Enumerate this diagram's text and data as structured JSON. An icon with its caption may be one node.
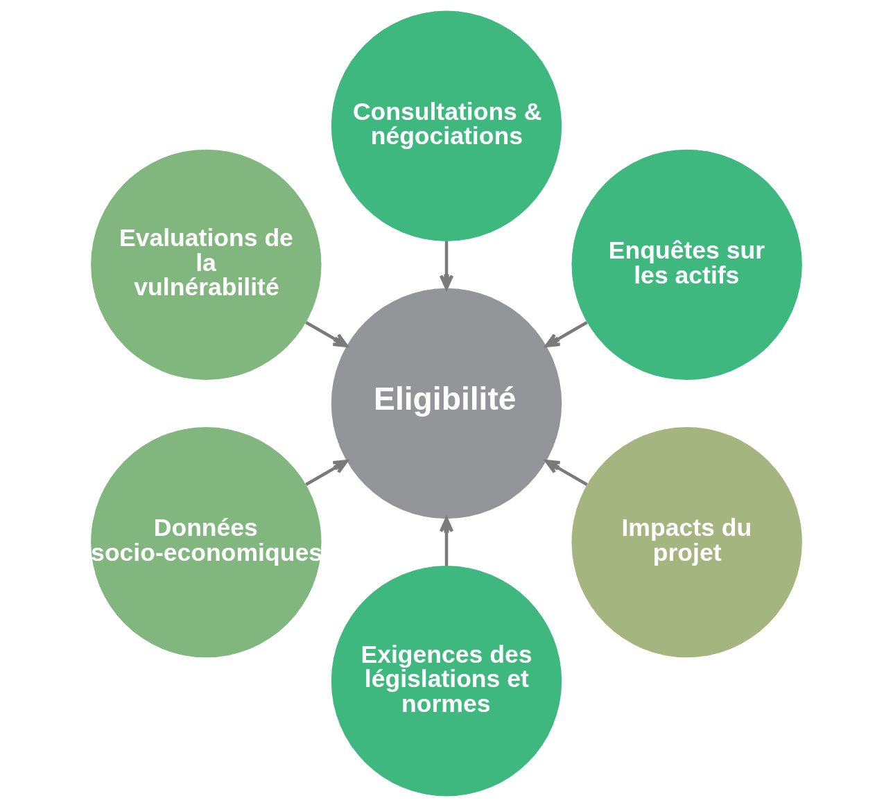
{
  "diagram": {
    "nodes": [
      {
        "text": [
          "Enquêtes sur les actifs"
        ]
      },
      {
        "text": [
          "Consultations & négociations"
        ]
      },
      {
        "text": [
          "Evaluations de la vulnérabilité"
        ]
      },
      {
        "text": [
          "Eligibilité"
        ]
      },
      {
        "text": [
          "Données socio-economiques"
        ]
      },
      {
        "text": [
          "Exigences des législations et normes"
        ]
      },
      {
        "text": [
          "Impacts du projet"
        ]
      }
    ],
    "edges": [
      {
        "from": 0,
        "to": 3,
        "arrow": "to"
      },
      {
        "from": 1,
        "to": 3,
        "arrow": "to"
      },
      {
        "from": 2,
        "to": 3,
        "arrow": "to"
      },
      {
        "from": 4,
        "to": 3,
        "arrow": "to"
      },
      {
        "from": 5,
        "to": 3,
        "arrow": "to"
      },
      {
        "from": 6,
        "to": 3,
        "arrow": "to"
      }
    ]
  }
}
